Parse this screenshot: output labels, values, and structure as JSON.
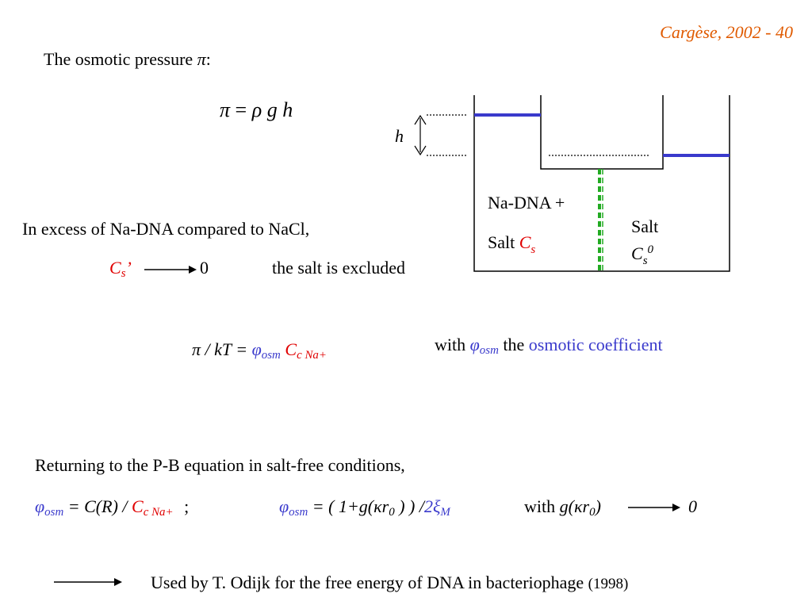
{
  "header": {
    "slide_tag": "Cargèse, 2002 - 40"
  },
  "colors": {
    "accent_orange": "#e05a00",
    "accent_red": "#e00000",
    "accent_blue": "#3a3acc",
    "membrane_green": "#22aa22"
  },
  "intro": {
    "text": "The osmotic pressure",
    "pi": "π",
    "colon": ":"
  },
  "eq1": {
    "pi": "π",
    "eq": "=",
    "rho": "ρ",
    "g": "g",
    "h": "h"
  },
  "diagram": {
    "h_label": "h",
    "left_line1": "Na-DNA +",
    "left_line2_salt": "Salt",
    "left_line2_c": "C",
    "left_line2_sub": "s",
    "right_line1": "Salt",
    "right_c": "C",
    "right_sub": "s",
    "right_sup": "0"
  },
  "excess": {
    "text": "In excess of Na-DNA compared to NaCl,",
    "c": "C",
    "sub": "s",
    "prime": "’",
    "zero": "0",
    "excluded": "the salt is excluded"
  },
  "eq2": {
    "lhs": "π / kT =",
    "phi": "φ",
    "phi_sub": "osm",
    "c": "C",
    "c_sub": "c Na+"
  },
  "with_osm": {
    "with": "with",
    "phi": "φ",
    "phi_sub": "osm",
    "the": "the",
    "coef": "osmotic coefficient"
  },
  "pb": {
    "text": "Returning to the P-B equation in salt-free conditions,"
  },
  "eq3": {
    "phi": "φ",
    "phi_sub": "osm",
    "mid": "= C(R) /",
    "c": "C",
    "c_sub": "c Na+",
    "semi": ";",
    "phi2": "φ",
    "phi2_sub": "osm",
    "eq_open": "= ( 1+g(κr",
    "r_sub": "0",
    "close": ") ) /",
    "two_xi": "2ξ",
    "xi_sub": "M",
    "with": "with",
    "g_open": "g(κr",
    "g_sub": "0",
    "g_close": ")",
    "zero": "0"
  },
  "footer": {
    "text": "Used by T. Odijk for the free energy of DNA in bacteriophage",
    "year": "(1998)"
  }
}
